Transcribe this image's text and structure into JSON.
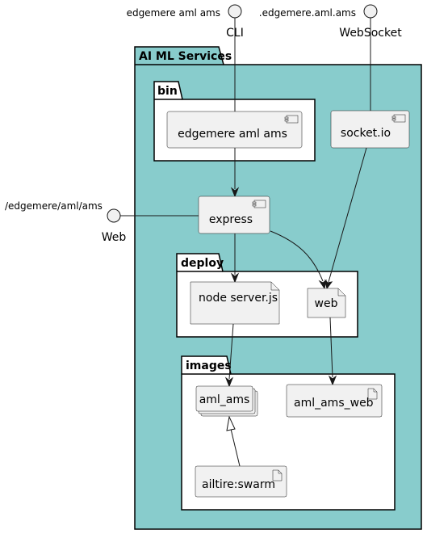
{
  "packages": {
    "outer": "AI ML Services",
    "bin": "bin",
    "deploy": "deploy",
    "images": "images"
  },
  "components": {
    "edgemere_cli": "edgemere aml ams",
    "socketio": "socket.io",
    "express": "express"
  },
  "artifacts": {
    "node_server": "node server.js",
    "web": "web",
    "aml_ams": "aml_ams",
    "aml_ams_web": "aml_ams_web",
    "ailtire_swarm": "ailtire:swarm"
  },
  "interfaces": {
    "cli": {
      "label": "edgemere aml ams",
      "name": "CLI"
    },
    "websocket": {
      "label": ".edgemere.aml.ams",
      "name": "WebSocket"
    },
    "web": {
      "label": "/edgemere/aml/ams",
      "name": "Web"
    }
  },
  "colors": {
    "outer_fill": "#88cccc",
    "node_fill": "#f1f1f1",
    "line": "#181818"
  }
}
